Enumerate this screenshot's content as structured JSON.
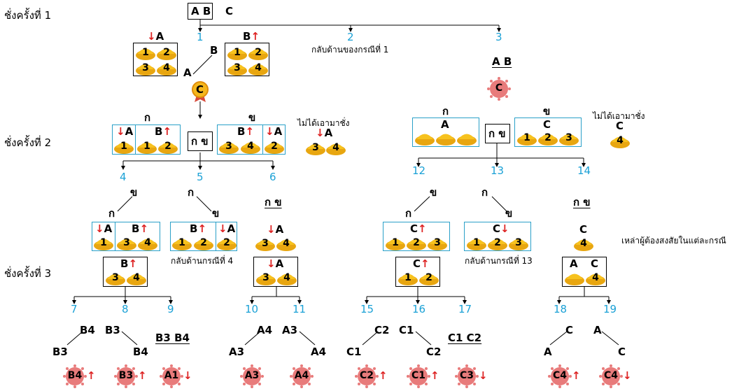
{
  "stages": [
    "ชั่งครั้งที่ 1",
    "ชั่งครั้งที่ 2",
    "ชั่งครั้งที่ 3"
  ],
  "top": {
    "pan": "A B",
    "aside": "C",
    "cases": [
      "1",
      "2",
      "3"
    ],
    "case2_note": "กลับด้านของกรณีที่ 1"
  },
  "case1": {
    "boxA": "A",
    "boxB": "B",
    "coinsA": [
      "1",
      "2",
      "3",
      "4"
    ],
    "coinsB": [
      "1",
      "2",
      "3",
      "4"
    ],
    "tilt_left": "A",
    "tilt_right": "B",
    "result": "C"
  },
  "case3": {
    "pan": "A B",
    "result": "C"
  },
  "w2_left": {
    "group_k": "ก",
    "group_kh": "ข",
    "k_items": [
      {
        "l": "A",
        "d": "down",
        "c": "1"
      },
      {
        "l": "B",
        "d": "up",
        "c": "1"
      },
      {
        "l": "",
        "d": "",
        "c": "2"
      }
    ],
    "kh_items": [
      {
        "l": "B",
        "d": "up",
        "c": "3"
      },
      {
        "l": "",
        "d": "",
        "c": "4"
      },
      {
        "l": "A",
        "d": "down",
        "c": "2"
      }
    ],
    "pan": "ก ข",
    "not_used": "ไม่ได้เอามาชั่ง",
    "nu_letter": "A",
    "nu_coins": [
      "3",
      "4"
    ],
    "cases": [
      "4",
      "5",
      "6"
    ]
  },
  "w2_right": {
    "group_k": "ก",
    "group_kh": "ข",
    "k_letter": "A",
    "kh_letter": "C",
    "kh_coins": [
      "1",
      "2",
      "3"
    ],
    "pan": "ก ข",
    "not_used": "ไม่ได้เอามาชั่ง",
    "nu_letter": "C",
    "nu_coin": "4",
    "cases": [
      "12",
      "13",
      "14"
    ]
  },
  "w3": {
    "c4": {
      "top": "ข",
      "left": "ก",
      "items": [
        "A",
        "1",
        "B",
        "3",
        "4"
      ],
      "box": "B",
      "box_coins": [
        "3",
        "4"
      ],
      "cases": [
        "7",
        "8",
        "9"
      ]
    },
    "c5": {
      "top": "ก",
      "right": "ข",
      "note": "กลับด้านกรณีที่ 4",
      "items": [
        "B",
        "1",
        "2",
        "A",
        "2"
      ]
    },
    "c6": {
      "pan": "ก ข",
      "letter": "A",
      "coins": [
        "3",
        "4"
      ],
      "box": "A",
      "box_coins": [
        "3",
        "4"
      ],
      "cases": [
        "10",
        "11"
      ]
    },
    "c12": {
      "top": "ข",
      "left": "ก",
      "letter": "C",
      "coins": [
        "1",
        "2",
        "3"
      ],
      "box": "C",
      "box_coins": [
        "1",
        "2"
      ],
      "cases": [
        "15",
        "16",
        "17"
      ]
    },
    "c13": {
      "top": "ก",
      "right": "ข",
      "letter": "C",
      "coins": [
        "1",
        "2",
        "3"
      ],
      "note": "กลับด้านกรณีที่ 13"
    },
    "c14": {
      "pan": "ก ข",
      "letter": "C",
      "coin": "4",
      "box_l": "A",
      "box_r": "C",
      "box_coin": "4",
      "cases": [
        "18",
        "19"
      ]
    },
    "suspects_note": "เหล่าผู้ต้องสงสัยในแต่ละกรณี"
  },
  "final": {
    "t7": {
      "l1": "B4",
      "l2": "B3",
      "r1": "B3",
      "r2": "B4"
    },
    "t9": "B3 B4",
    "t10": {
      "l1": "A4",
      "l2": "A3",
      "r1": "A3",
      "r2": "A4"
    },
    "t15": {
      "l1": "C2",
      "l2": "C1",
      "r1": "C1",
      "r2": "C2"
    },
    "t17": "C1 C2",
    "t18": {
      "l1": "C",
      "l2": "A",
      "r1": "A",
      "r2": "C"
    },
    "viruses": [
      {
        "t": "B4",
        "s": "↑"
      },
      {
        "t": "B3",
        "s": "↑"
      },
      {
        "t": "A1",
        "s": "↓"
      },
      {
        "t": "A3",
        "s": ""
      },
      {
        "t": "A4",
        "s": ""
      },
      {
        "t": "C2",
        "s": "↑"
      },
      {
        "t": "C1",
        "s": "↑"
      },
      {
        "t": "C3",
        "s": "↓"
      },
      {
        "t": "C4",
        "s": "↑"
      },
      {
        "t": "C4",
        "s": "↓"
      }
    ]
  },
  "colors": {
    "case_num": "#1ba1d6",
    "arrow": "#d22222",
    "teal_box": "#2aa0c8",
    "coin": "#f7c21e",
    "virus": "#e87b7b"
  }
}
